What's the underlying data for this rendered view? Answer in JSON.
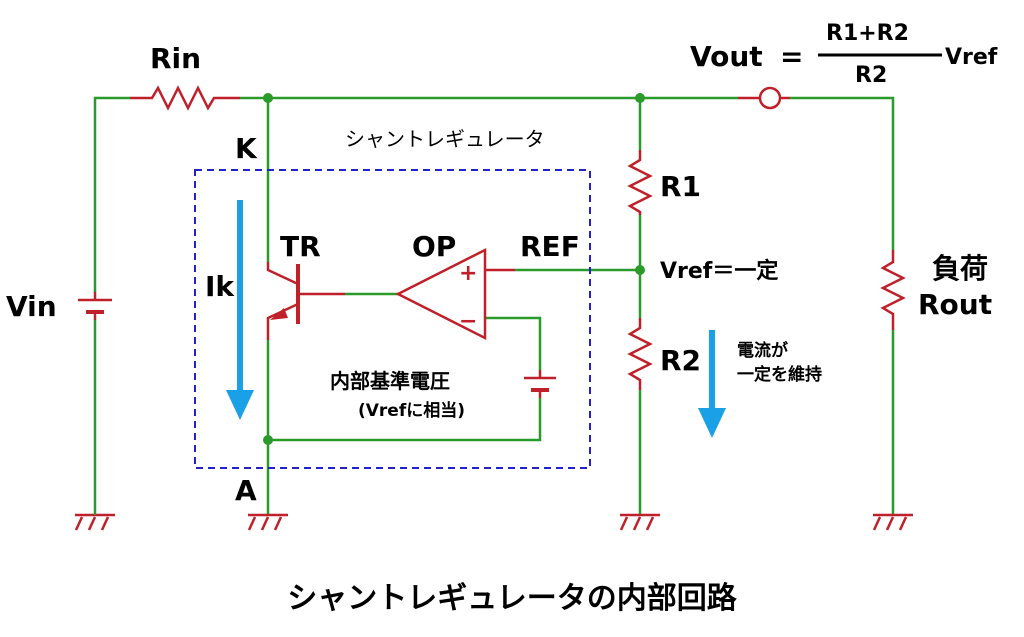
{
  "colors": {
    "wire_green": "#2a9a2a",
    "component_red": "#c0202a",
    "dashed_box_blue": "#2222cc",
    "current_arrow_blue": "#1aa0e6"
  },
  "labels": {
    "rin": "Rin",
    "vin": "Vin",
    "k": "K",
    "a": "A",
    "shunt_regulator": "シャントレギュレータ",
    "tr": "TR",
    "op": "OP",
    "ref": "REF",
    "ik": "Ik",
    "plus": "+",
    "minus": "−",
    "internal_ref_line1": "内部基準電圧",
    "internal_ref_line2": "(Vrefに相当)",
    "r1": "R1",
    "r2": "R2",
    "vref_const": "Vref＝一定",
    "current_const_line1": "電流が",
    "current_const_line2": "一定を維持",
    "load_line1": "負荷",
    "load_line2": "Rout",
    "vout": "Vout",
    "equals": "=",
    "fraction_num": "R1+R2",
    "fraction_den": "R2",
    "vref": "Vref"
  },
  "title": "シャントレギュレータの内部回路"
}
